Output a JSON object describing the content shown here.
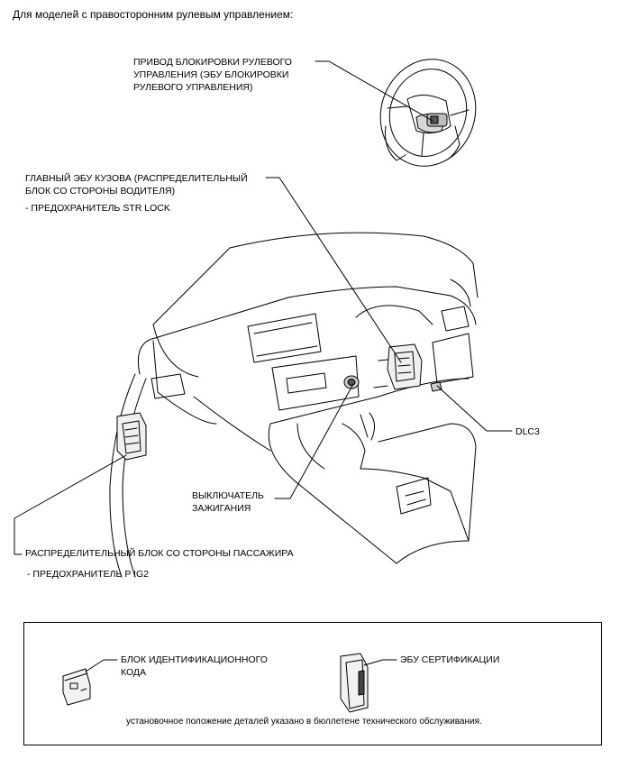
{
  "header": {
    "title": "Для моделей с правосторонним рулевым управлением:"
  },
  "labels": {
    "steering_lock": "ПРИВОД БЛОКИРОВКИ РУЛЕВОГО\nУПРАВЛЕНИЯ (ЭБУ БЛОКИРОВКИ\nРУЛЕВОГО УПРАВЛЕНИЯ)",
    "main_body_ecu": "ГЛАВНЫЙ ЭБУ КУЗОВА (РАСПРЕДЕЛИТЕЛЬНЫЙ\nБЛОК СО СТОРОНЫ ВОДИТЕЛЯ)",
    "fuse_str_lock": "- ПРЕДОХРАНИТЕЛЬ STR LOCK",
    "dlc3": "DLC3",
    "ignition_switch": "ВЫКЛЮЧАТЕЛЬ\nЗАЖИГАНИЯ",
    "passenger_jb": "РАСПРЕДЕЛИТЕЛЬНЫЙ БЛОК СО СТОРОНЫ ПАССАЖИРА",
    "fuse_p_ig2": "- ПРЕДОХРАНИТЕЛЬ P IG2"
  },
  "legend": {
    "id_code_box": "БЛОК ИДЕНТИФИКАЦИОННОГО\nКОДА",
    "certification_ecu": "ЭБУ СЕРТИФИКАЦИИ",
    "note": "установочное положение деталей указано в бюллетене технического обслуживания."
  }
}
